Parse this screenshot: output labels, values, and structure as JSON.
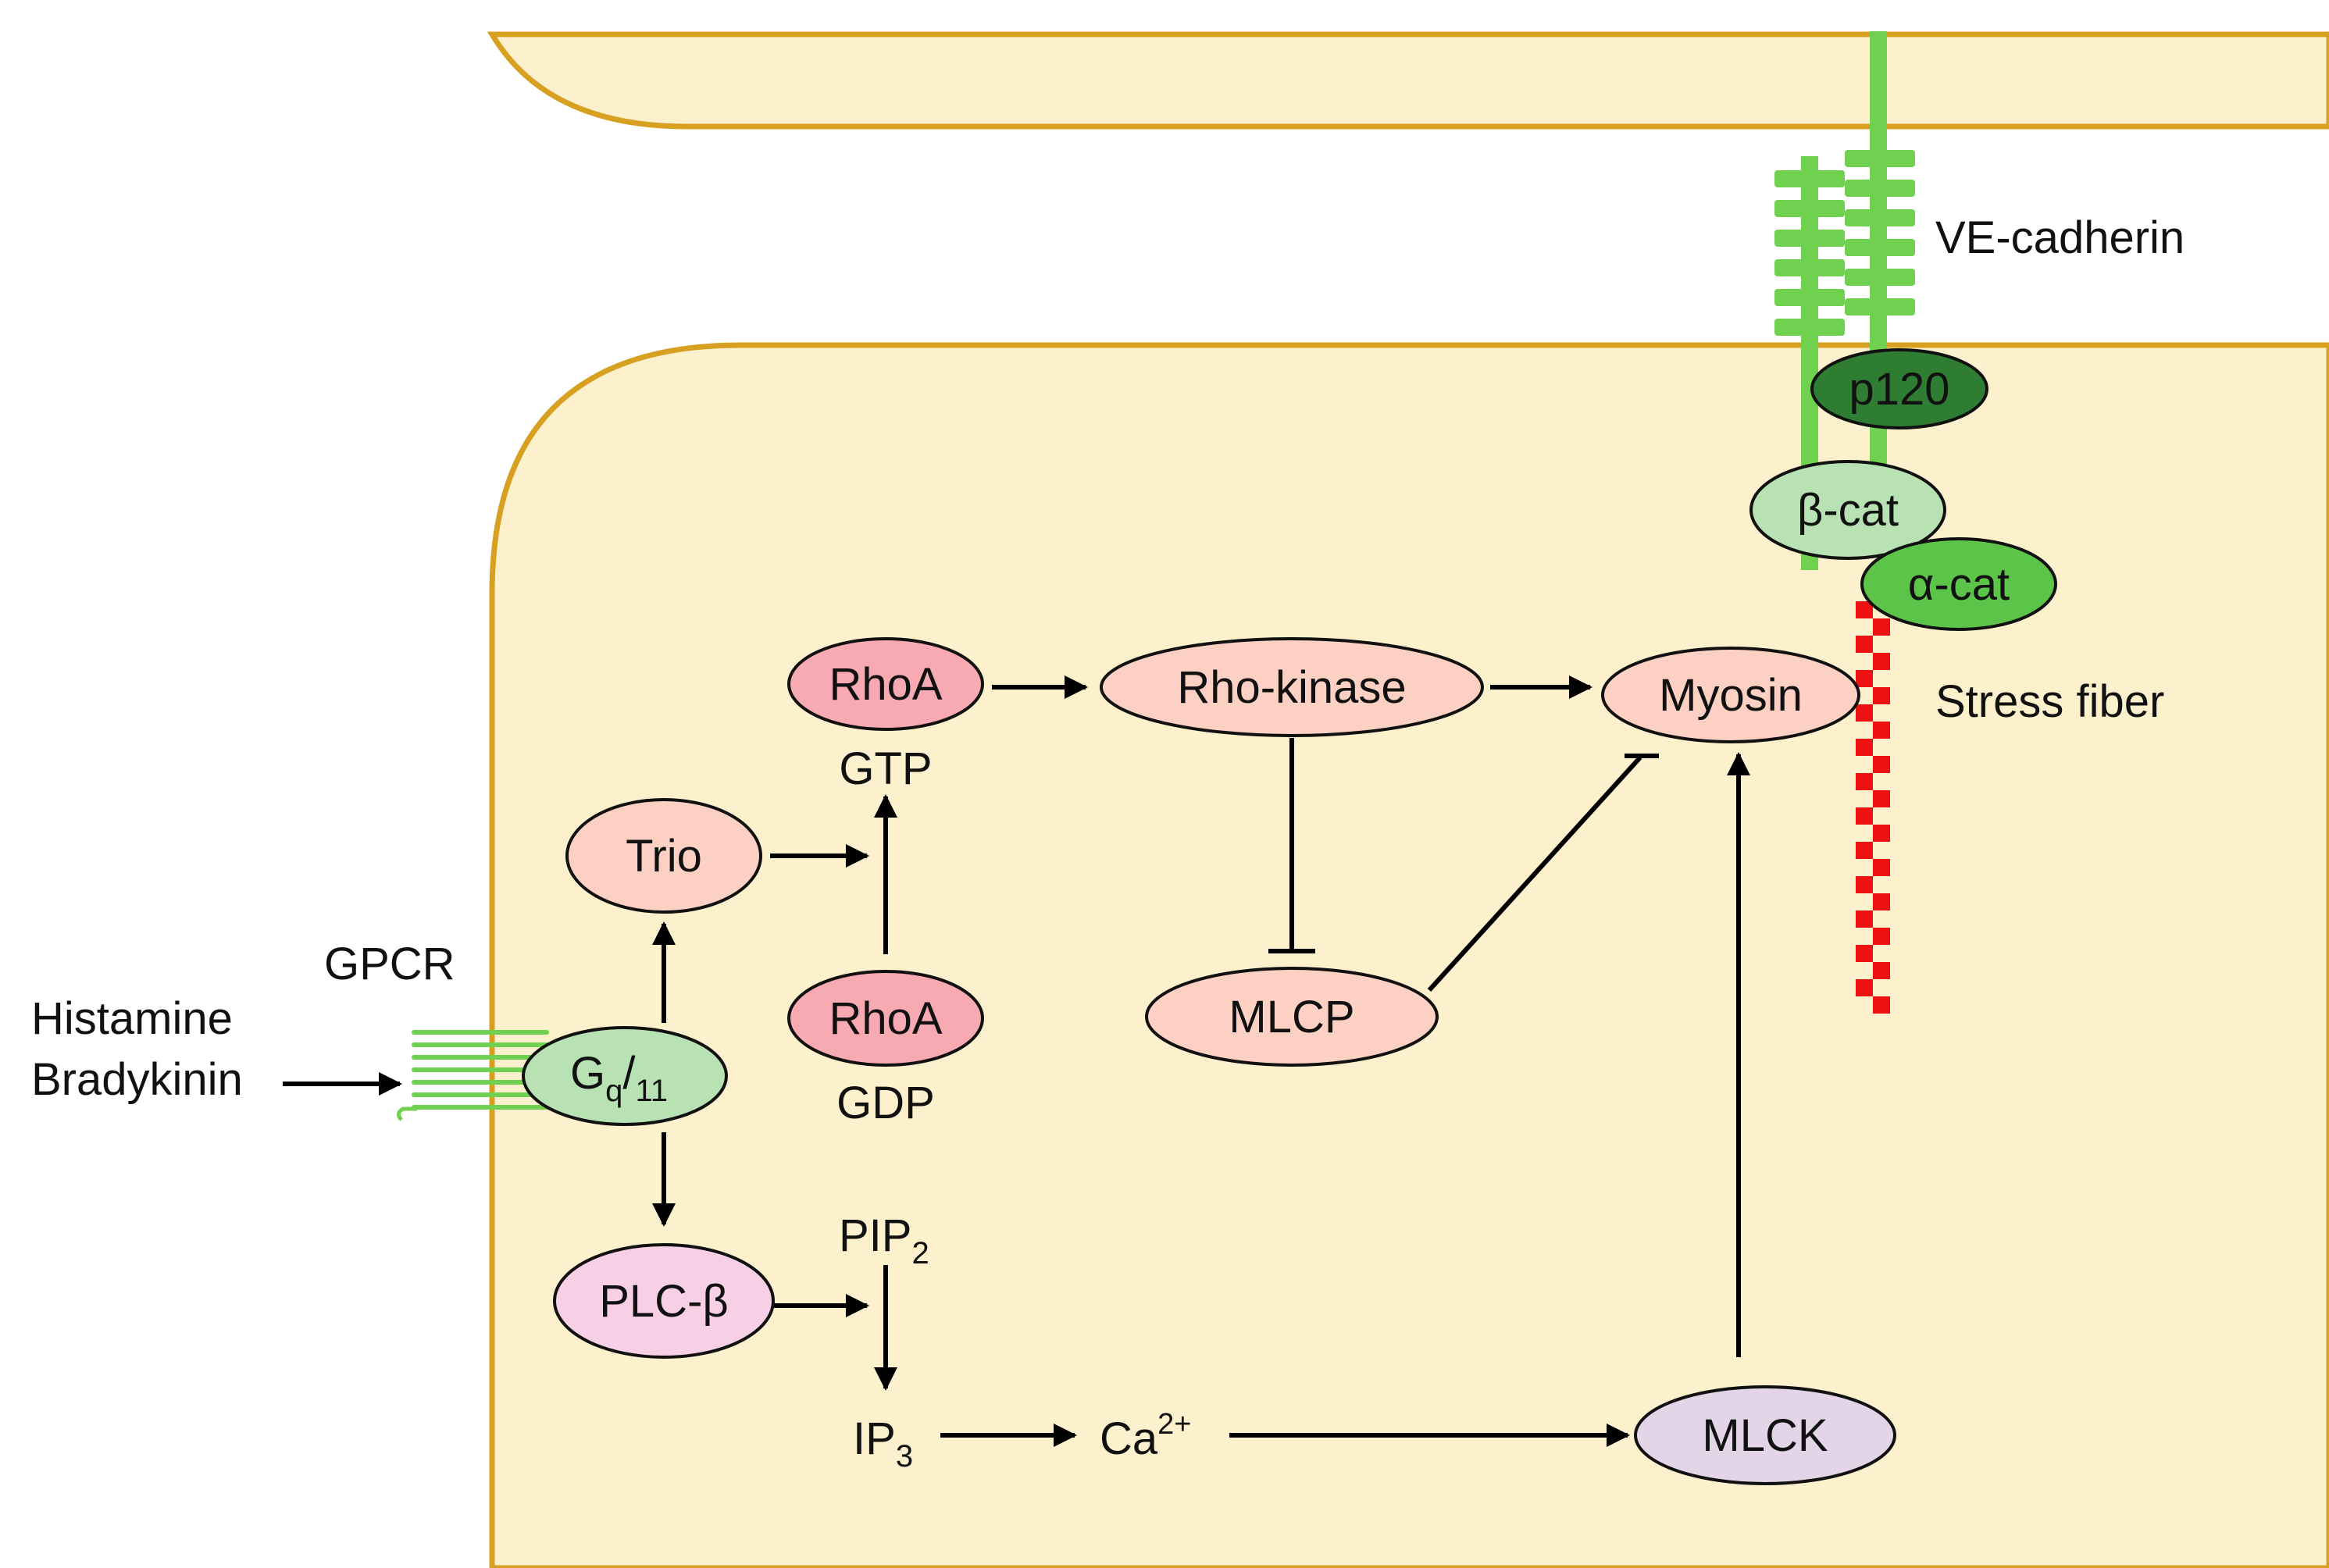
{
  "colors": {
    "cell_fill": "#fdf0cc",
    "cell_border": "#d8a020",
    "receptor_green": "#6fd14f",
    "node_salmon": "#fcd0c2",
    "node_rhoa": "#f8aab2",
    "node_gq": "#b8e2b4",
    "node_plc": "#f8d0e6",
    "node_mlck": "#e4d4e8",
    "node_p120": "#2e7d32",
    "node_alpha_cat": "#5dc44a",
    "node_beta_cat": "#b8e2b4",
    "stress_fiber": "#ee1111",
    "gtp_red": "#ee2222",
    "gdp_blue": "#1f4fe0"
  },
  "labels": {
    "ve_cadherin": "VE-cadherin",
    "stress_fiber": "Stress fiber",
    "gpcr": "GPCR",
    "histamine": "Histamine",
    "bradykinin": "Bradykinin",
    "gtp": "GTP",
    "gdp": "GDP",
    "pip2_base": "PIP",
    "pip2_sub": "2",
    "ip3_base": "IP",
    "ip3_sub": "3",
    "ca_base": "Ca",
    "ca_sup": "2+"
  },
  "nodes": {
    "p120": "p120",
    "beta_cat": "β-cat",
    "alpha_cat": "α-cat",
    "rhoa_gtp": "RhoA",
    "rho_kinase": "Rho-kinase",
    "myosin": "Myosin",
    "trio": "Trio",
    "rhoa_gdp": "RhoA",
    "mlcp": "MLCP",
    "gq_base": "G",
    "gq_sub": "q",
    "gq_slash": "/",
    "gq_num": "11",
    "plc": "PLC-β",
    "mlck": "MLCK"
  }
}
